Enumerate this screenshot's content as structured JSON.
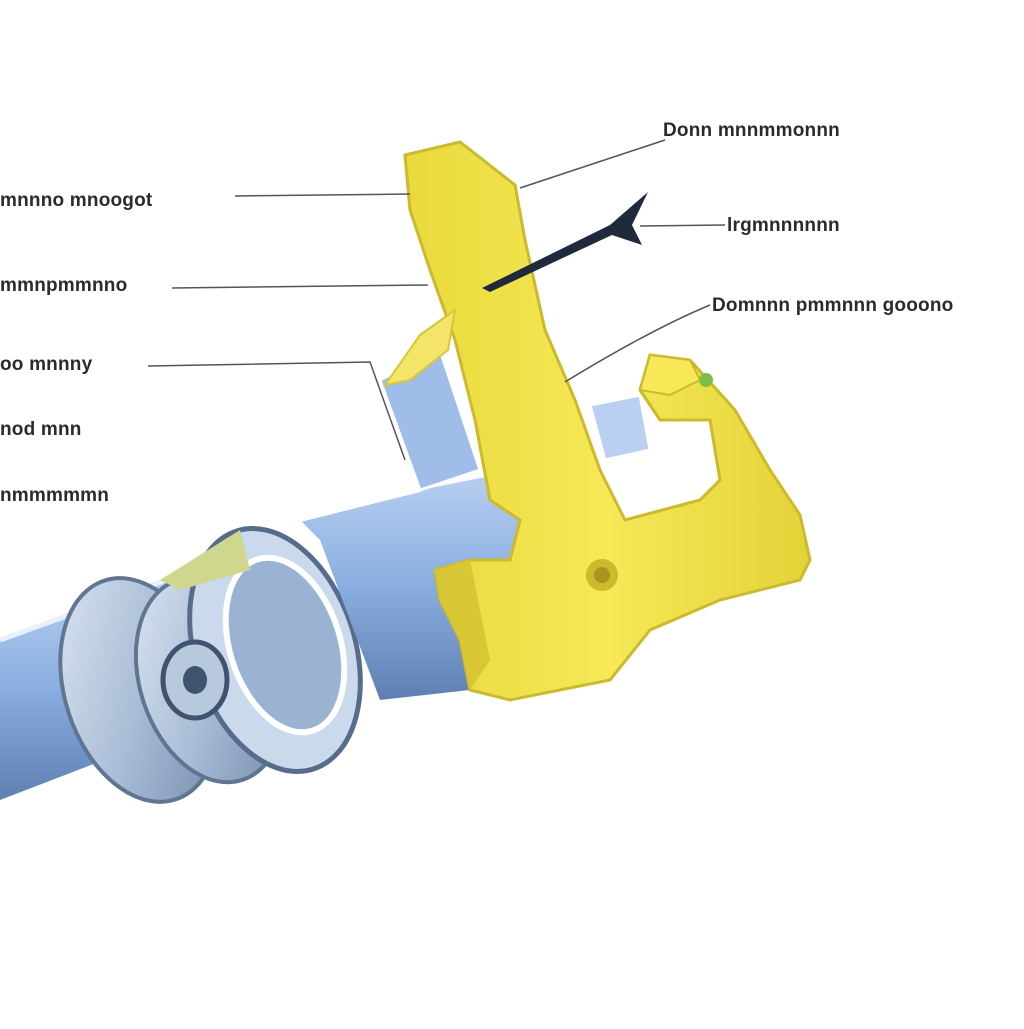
{
  "labels": {
    "left": [
      "mnnno mnoogot",
      "mmnpmmnno",
      "oo mnnny",
      "nod mnn",
      "nmmmmmn"
    ],
    "right": [
      "Donn mnnmmonnn",
      "lrgmnnnnnn",
      "Domnnn pmmnnn gooono"
    ]
  },
  "colors": {
    "part_yellow": "#f2e24a",
    "part_yellow_shade": "#d9c634",
    "part_blue": "#8aaee0",
    "part_blue_dark": "#5f7fb2",
    "metal": "#a9bdd6",
    "leader_line": "#555555",
    "label_text": "#2b2b2b"
  }
}
